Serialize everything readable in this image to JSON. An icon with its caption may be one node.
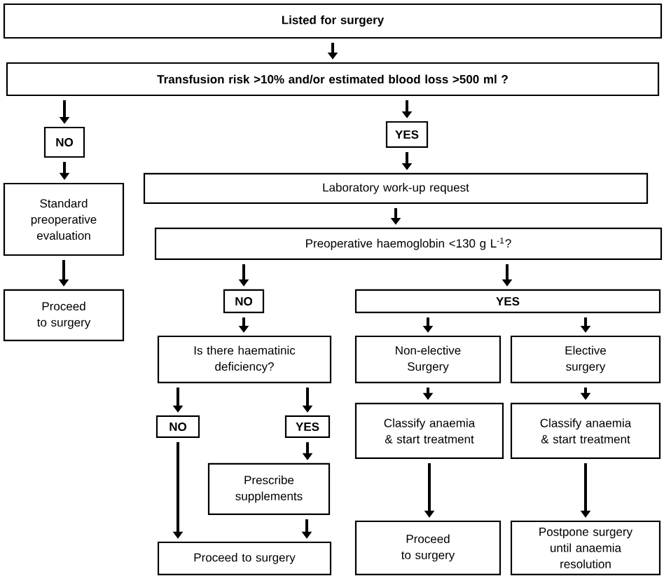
{
  "diagram": {
    "nodes": [
      {
        "text": [
          "Listed for surgery"
        ]
      },
      {
        "text": [
          "Transfusion risk >10% and/or estimated blood loss >500 ml ?"
        ]
      },
      {
        "text": [
          "NO"
        ]
      },
      {
        "text": [
          "YES"
        ]
      },
      {
        "text": [
          "Standard preoperative evaluation"
        ]
      },
      {
        "text": [
          "Laboratory work-up request"
        ]
      },
      {
        "text": [
          "Preoperative haemoglobin <130 g L$^{-1}$?"
        ]
      },
      {
        "text": [
          "Proceed to surgery"
        ]
      },
      {
        "text": [
          "NO"
        ]
      },
      {
        "text": [
          "YES"
        ]
      },
      {
        "text": [
          "Is there haematinic deficiency?"
        ]
      },
      {
        "text": [
          "Non-elective Surgery"
        ]
      },
      {
        "text": [
          "Elective surgery"
        ]
      },
      {
        "text": [
          "NO"
        ]
      },
      {
        "text": [
          "YES"
        ]
      },
      {
        "text": [
          "Classify anaemia & start treatment"
        ]
      },
      {
        "text": [
          "Classify anaemia & start treatment"
        ]
      },
      {
        "text": [
          "Prescribe supplements"
        ]
      },
      {
        "text": [
          "Proceed to surgery"
        ]
      },
      {
        "text": [
          "Proceed to surgery"
        ]
      },
      {
        "text": [
          "Postpone surgery until anaemia resolution"
        ]
      }
    ],
    "edges": [
      {
        "from": 0,
        "to": 1,
        "arrow": "to"
      },
      {
        "from": 1,
        "to": 2,
        "arrow": "to"
      },
      {
        "from": 1,
        "to": 3,
        "arrow": "to"
      },
      {
        "from": 2,
        "to": 4,
        "arrow": "to"
      },
      {
        "from": 3,
        "to": 5,
        "arrow": "to"
      },
      {
        "from": 4,
        "to": 7,
        "arrow": "to"
      },
      {
        "from": 5,
        "to": 6,
        "arrow": "to"
      },
      {
        "from": 6,
        "to": 8,
        "arrow": "to"
      },
      {
        "from": 6,
        "to": 9,
        "arrow": "to"
      },
      {
        "from": 8,
        "to": 10,
        "arrow": "to"
      },
      {
        "from": 9,
        "to": 11,
        "arrow": "to"
      },
      {
        "from": 9,
        "to": 12,
        "arrow": "to"
      },
      {
        "from": 10,
        "to": 13,
        "arrow": "to"
      },
      {
        "from": 10,
        "to": 14,
        "arrow": "to"
      },
      {
        "from": 11,
        "to": 15,
        "arrow": "to"
      },
      {
        "from": 12,
        "to": 16,
        "arrow": "to"
      },
      {
        "from": 13,
        "to": 18,
        "arrow": "to"
      },
      {
        "from": 14,
        "to": 17,
        "arrow": "to"
      },
      {
        "from": 17,
        "to": 18,
        "arrow": "to"
      },
      {
        "from": 15,
        "to": 19,
        "arrow": "to"
      },
      {
        "from": 16,
        "to": 20,
        "arrow": "to"
      }
    ]
  }
}
